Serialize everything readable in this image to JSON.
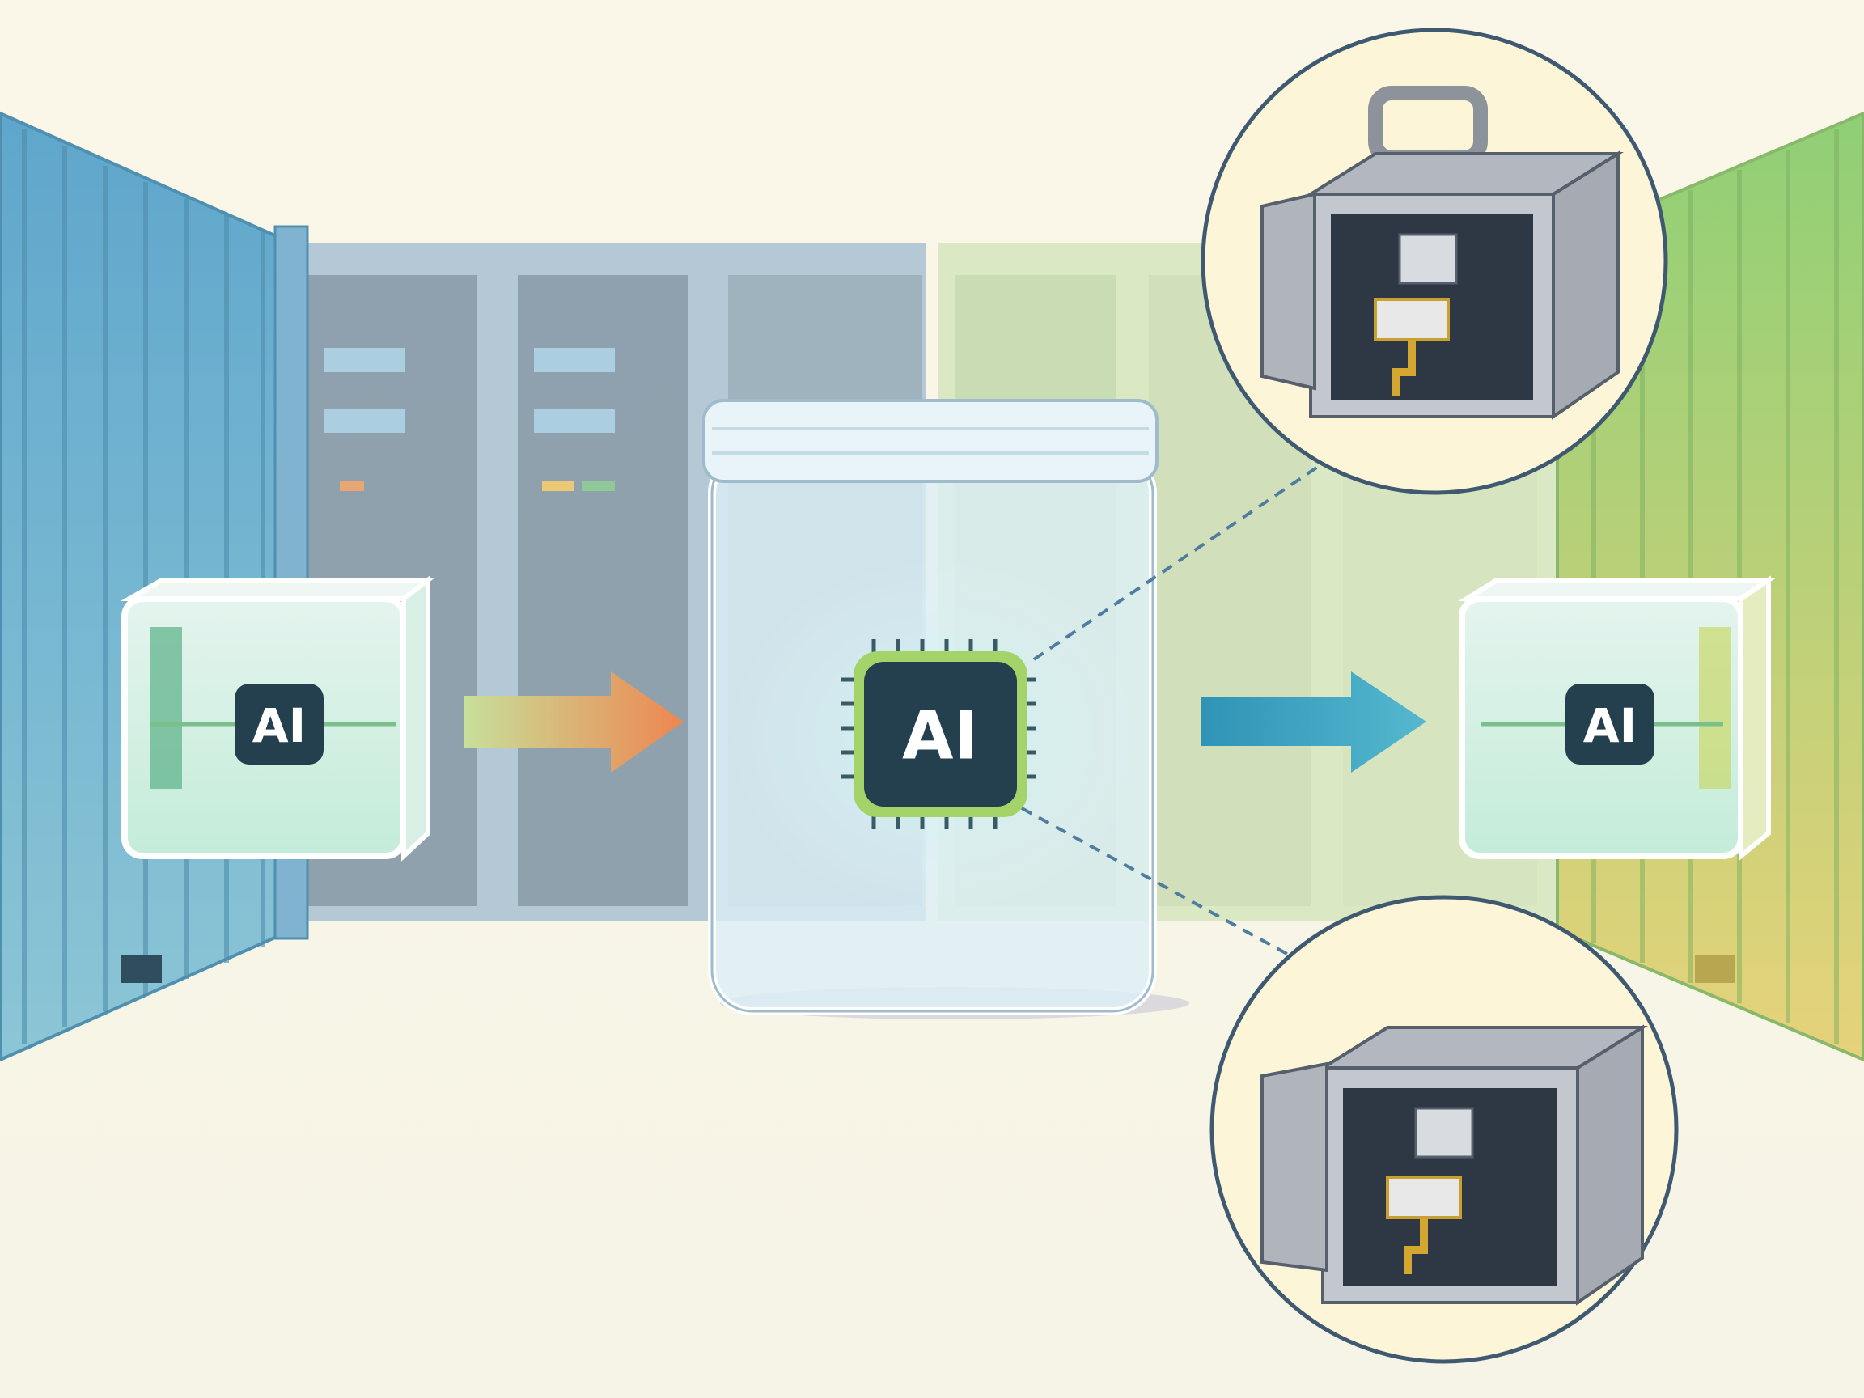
{
  "scene": {
    "left_cube": {
      "label": "AI"
    },
    "jar_chip": {
      "label": "AI"
    },
    "right_cube": {
      "label": "AI"
    }
  },
  "colors": {
    "background": "#f8f6ea",
    "left_container": "#6aaed0",
    "right_container": "#9ccf78",
    "arrow_left_start": "#b9d98a",
    "arrow_left_end": "#ea8a58",
    "arrow_right": "#3c9fc0",
    "chip": "#243f4e"
  }
}
